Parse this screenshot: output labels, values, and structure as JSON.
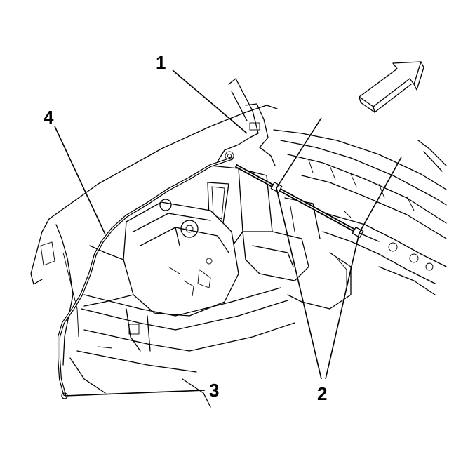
{
  "diagram": {
    "callouts": [
      {
        "id": "1",
        "label": "1"
      },
      {
        "id": "2",
        "label": "2"
      },
      {
        "id": "3",
        "label": "3"
      },
      {
        "id": "4",
        "label": "4"
      }
    ],
    "direction_arrow_icon": "arrow-forward-icon",
    "colors": {
      "ink": "#000000",
      "paper": "#ffffff"
    }
  }
}
